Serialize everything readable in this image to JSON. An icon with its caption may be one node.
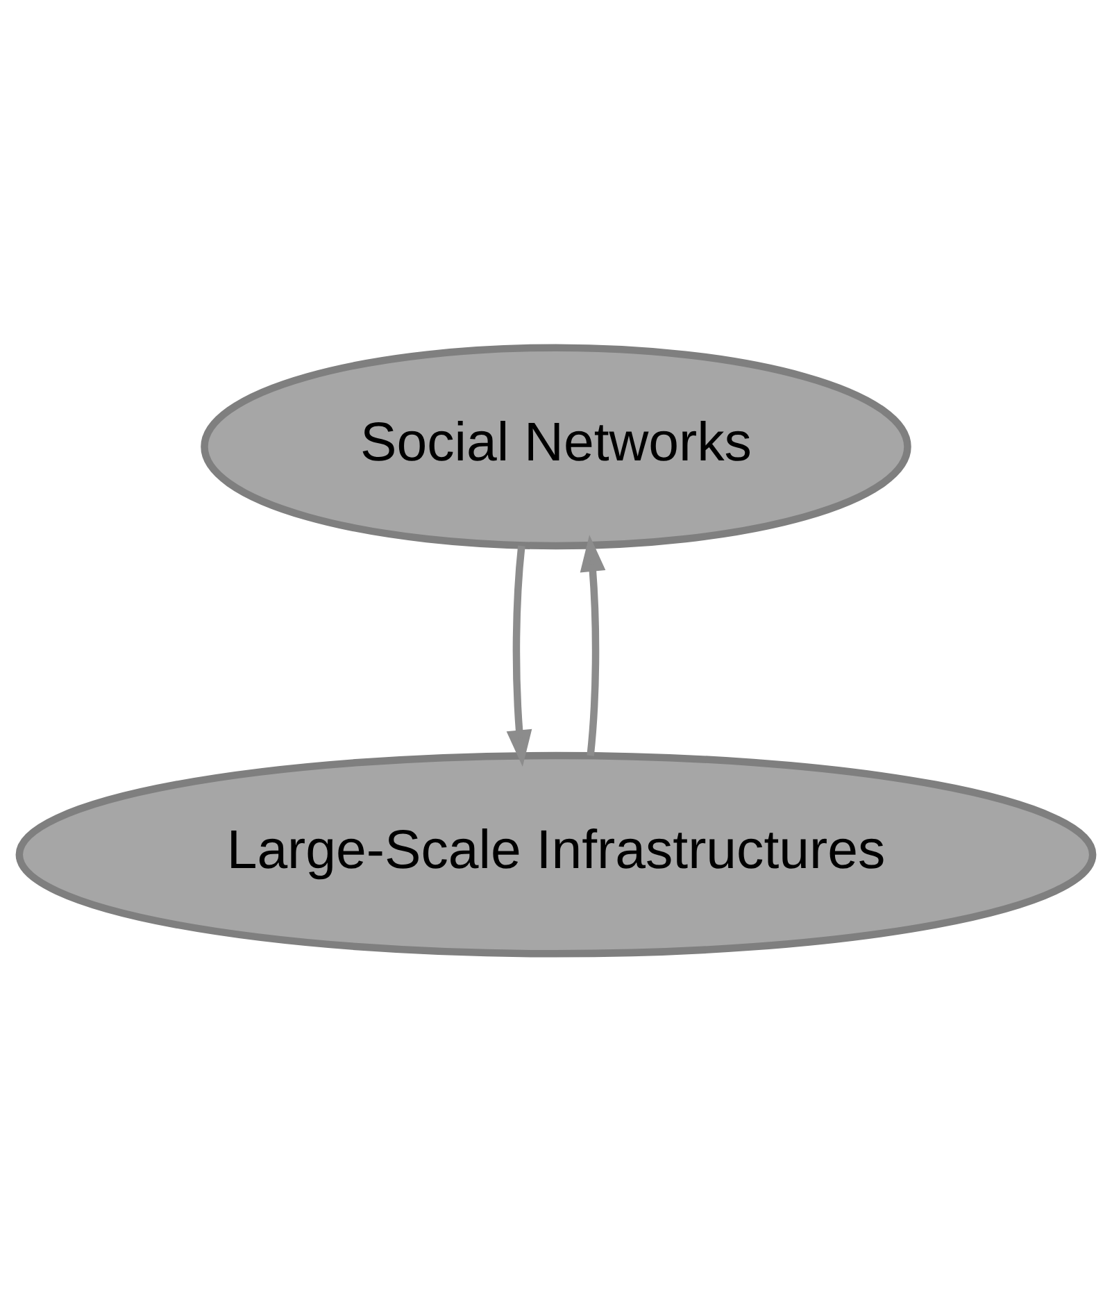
{
  "diagram": {
    "nodes": [
      {
        "text": [
          "Social Networks"
        ]
      },
      {
        "text": [
          "Large-Scale Infrastructures"
        ]
      }
    ],
    "edges": [
      {
        "from": 0,
        "to": 1,
        "arrow": "to"
      },
      {
        "from": 1,
        "to": 0,
        "arrow": "to"
      }
    ]
  }
}
